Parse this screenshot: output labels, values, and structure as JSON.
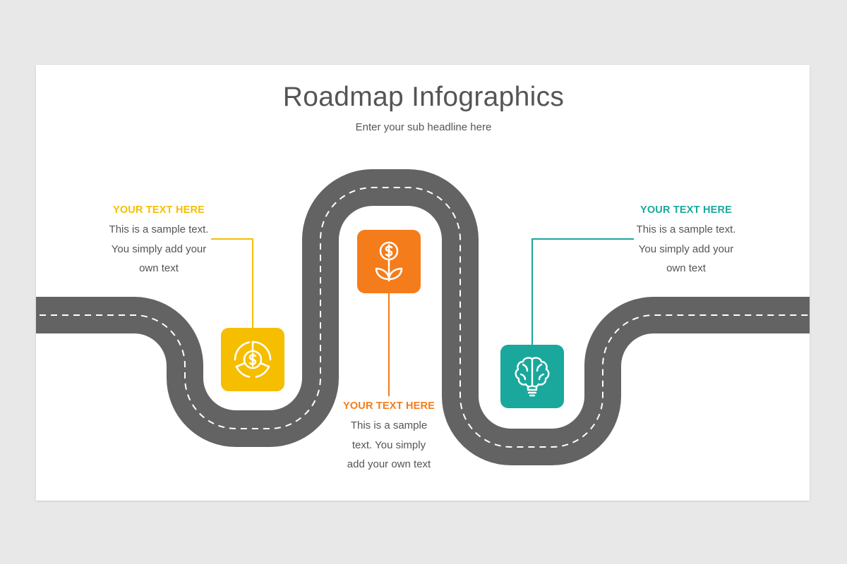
{
  "title": "Roadmap Infographics",
  "subtitle": "Enter your sub headline here",
  "colors": {
    "background": "#e9e8e9",
    "slide": "#ffffff",
    "road": "#636363",
    "lane_marking": "#ffffff",
    "text": "#555555",
    "yellow": "#f6be00",
    "orange": "#f47c1a",
    "teal": "#1aa89c"
  },
  "milestones": [
    {
      "heading": "YOUR TEXT HERE",
      "lines": [
        "This is a sample text.",
        "You simply add your",
        "own text"
      ],
      "color": "#f6be00",
      "icon": "dollar-pie-icon"
    },
    {
      "heading": "YOUR TEXT HERE",
      "lines": [
        "This is a sample",
        "text. You simply",
        "add your own text"
      ],
      "color": "#f47c1a",
      "icon": "money-plant-icon"
    },
    {
      "heading": "YOUR TEXT HERE",
      "lines": [
        "This is a sample text.",
        "You simply add your",
        "own text"
      ],
      "color": "#1aa89c",
      "icon": "brain-bulb-icon"
    }
  ]
}
